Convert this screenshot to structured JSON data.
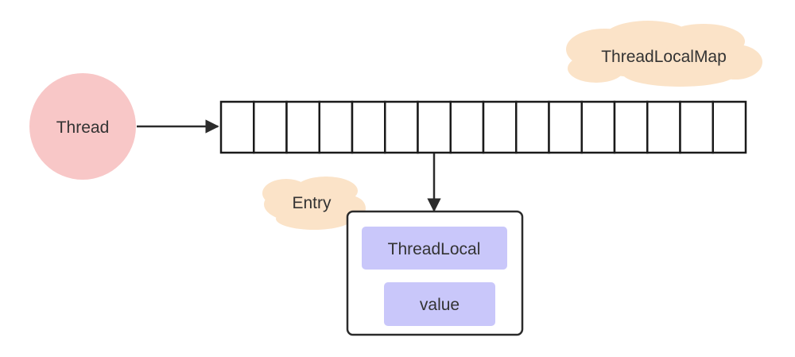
{
  "thread": {
    "label": "Thread",
    "fill": "#f8c7c7"
  },
  "map_cloud": {
    "label": "ThreadLocalMap",
    "fill": "#fbe3c8"
  },
  "entry_cloud": {
    "label": "Entry",
    "fill": "#fbe3c8"
  },
  "array": {
    "slot_count": 16,
    "stroke": "#1a1a1a"
  },
  "entry_box": {
    "key_label": "ThreadLocal",
    "value_label": "value",
    "chip_fill": "#c9c7fa"
  }
}
